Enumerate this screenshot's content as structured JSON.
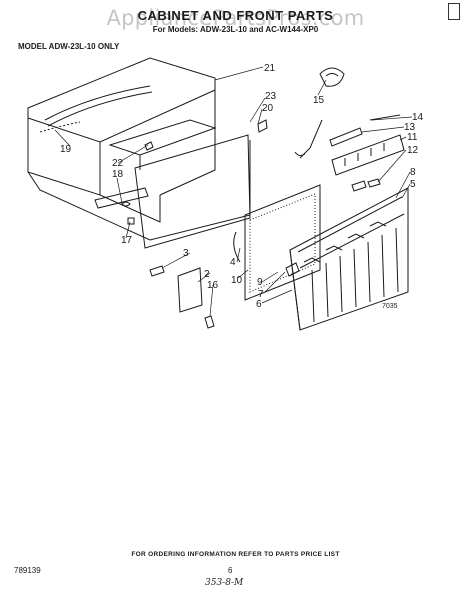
{
  "header": {
    "title": "CABINET AND FRONT PARTS",
    "subtitle": "For Models: ADW-23L-10 and AC-W144-XP0",
    "watermark": "AppliancePartsPros.com"
  },
  "model_note": "MODEL ADW-23L-10 ONLY",
  "callouts": [
    "21",
    "19",
    "23",
    "20",
    "22",
    "18",
    "17",
    "15",
    "14",
    "13",
    "11",
    "12",
    "8",
    "5",
    "3",
    "4",
    "10",
    "9",
    "7",
    "6",
    "2",
    "16"
  ],
  "figure_code": "7035",
  "footer": {
    "notice": "FOR ORDERING INFORMATION REFER TO PARTS PRICE LIST",
    "doc_number": "789139",
    "page_number": "6",
    "handwritten": "353-8-M"
  }
}
